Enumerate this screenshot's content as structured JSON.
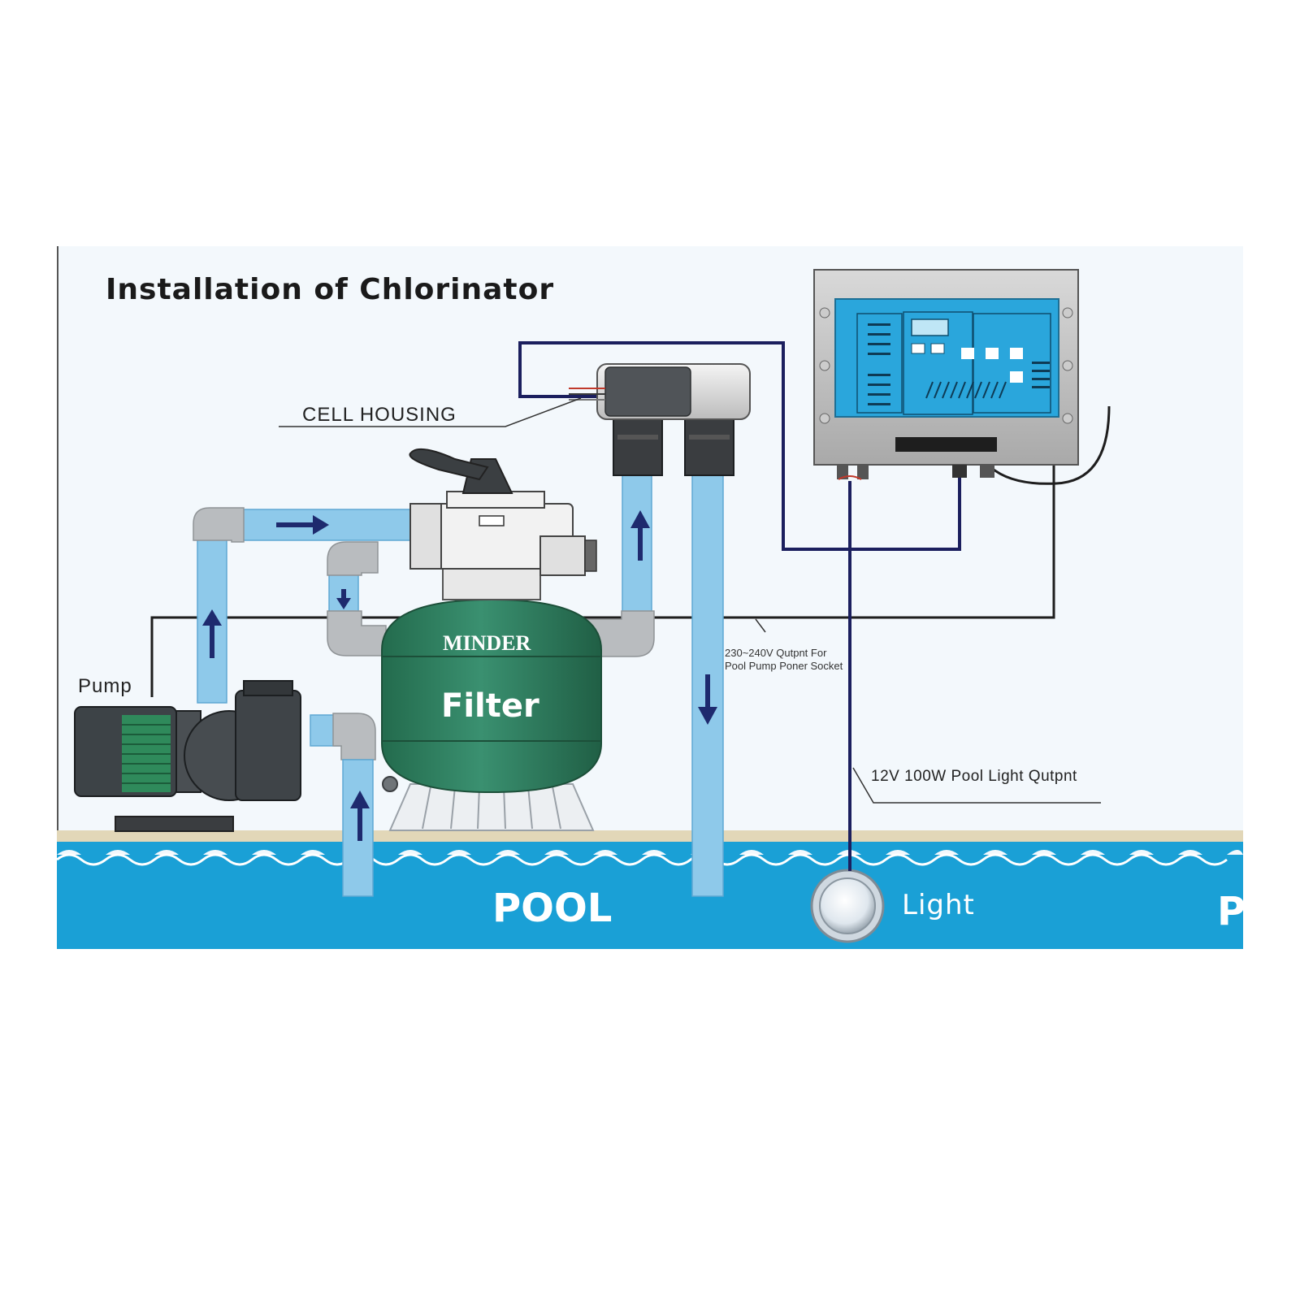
{
  "title": "Installation of Chlorinator",
  "labels": {
    "cell_housing": "CELL HOUSING",
    "pump": "Pump",
    "brand": "MINDER",
    "filter": "Filter",
    "pool": "POOL",
    "pool_partial": "P",
    "light": "Light",
    "pump_socket_line1": "230~240V Qutpnt For",
    "pump_socket_line2": "Pool Pump Poner Socket",
    "light_output": "12V 100W Pool Light Qutpnt"
  },
  "colors": {
    "background_panel": "#f3f8fc",
    "pipe": "#8ec9ea",
    "elbow": "#b9bcbf",
    "pool_water": "#1aa0d6",
    "filter_tank": "#2e7d5e",
    "control_panel": "#2aa6dc",
    "wire": "#1b1f5e",
    "flow_arrow": "#1e2a6e"
  },
  "icons": {
    "flow": "arrow-icon",
    "light": "pool-light-icon",
    "pump": "pump-icon",
    "valve": "multiport-valve-icon"
  }
}
